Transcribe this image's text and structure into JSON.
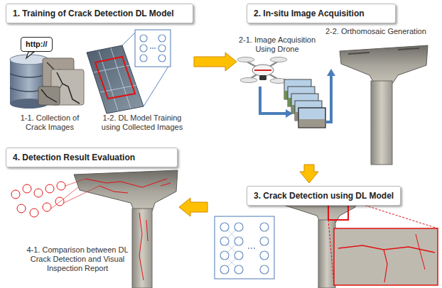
{
  "diagram": {
    "nodes": [
      {
        "text": [
          "1. Training of Crack Detection DL Model"
        ]
      },
      {
        "text": [
          "http://"
        ],
        "in": 0
      },
      {
        "text": [
          "2. In-situ Image Acquisition"
        ]
      },
      {
        "text": [
          "3. Crack Detection using DL Model"
        ]
      },
      {
        "text": [
          "4. Detection Result Evaluation"
        ]
      }
    ],
    "edges": [
      {
        "from": 0,
        "to": 2,
        "arrow": "to"
      },
      {
        "from": 2,
        "to": 3,
        "arrow": "to"
      },
      {
        "from": 3,
        "to": 4,
        "arrow": "to"
      }
    ],
    "labels": [
      "1-1. Collection of Crack Images",
      "1-2. DL Model Training using Collected Images",
      "2-1. Image Acquisition Using Drone",
      "2-2. Orthomosaic Generation",
      "4-1. Comparison between DL Crack Detection and Visual Inspection Report"
    ]
  }
}
